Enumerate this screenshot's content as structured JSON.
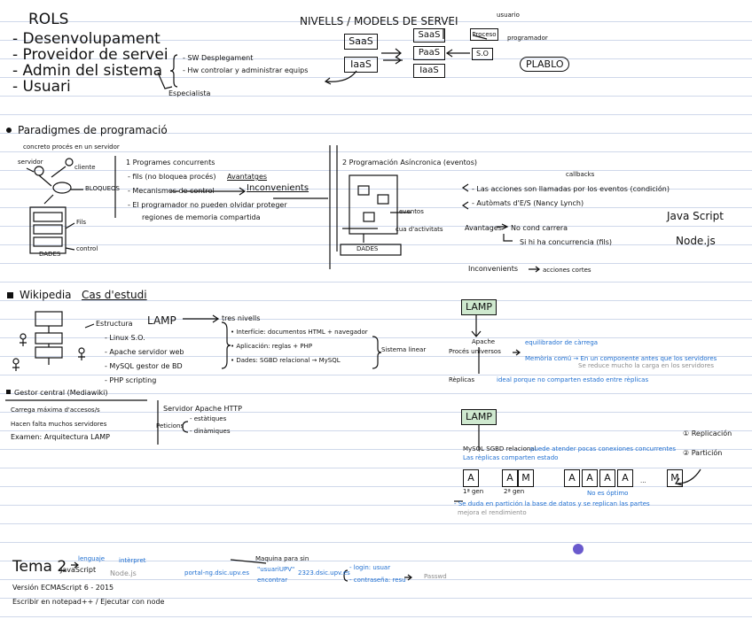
{
  "rols": {
    "title": "ROLS",
    "items": [
      "- Desenvolupament",
      "- Proveidor de servei",
      "- Admin del sistema",
      "- Usuari"
    ],
    "sw": "- SW Desplegament",
    "hw": "- Hw controlar y administrar equips",
    "especialista": "Especialista"
  },
  "nivells": {
    "title": "NIVELLS / MODELS DE SERVEI",
    "saas_left": "SaaS",
    "iaas_left": "IaaS",
    "saas": "SaaS",
    "paas": "PaaS",
    "iaas": "IaaS",
    "proceso": "Proceso",
    "programador": "programador",
    "usuari": "usuario",
    "so": "S.O",
    "pablo": "PLABLO"
  },
  "paradigmes": {
    "title": "Paradigmes de programació",
    "sub": "concreto procés en un servidor",
    "servidor": "servidor",
    "cliente": "cliente",
    "bloqueos": "BLOQUEOS",
    "fils": "Fils",
    "control": "control",
    "dades": "DADES",
    "p1": "1 Programes concurrents",
    "p1a": "- fils (no bloquea procés)",
    "ventatges": "Avantatges",
    "p1b": "- Mecanismes de control",
    "inconv": "Inconvenients",
    "p1c": "- El programador no pueden olvidar proteger",
    "p1d": "regiones de memoria compartida",
    "p2": "2 Programación Asíncronica (eventos)",
    "callbacks": "callbacks",
    "eventos": "eventos",
    "cua": "cua d'activitats",
    "dades2": "DADES",
    "acc1": "- Las acciones son llamadas por los eventos (condición)",
    "acc2": "- Autòmats d'E/S (Nancy Lynch)",
    "avantatges": "Avantages",
    "av1": "No cond carrera",
    "av2": "Si hi ha concurrencia (fils)",
    "js": "Java Script",
    "node": "Node.js",
    "inconv2": "Inconvenients",
    "accions_curtes": "acciones cortes"
  },
  "wikipedia": {
    "title": "Wikipedia",
    "cas": "Cas d'estudi",
    "estructura": "Estructura",
    "lamp": "LAMP",
    "tres": "tres nivells",
    "l1": "- Linux S.O.",
    "l2": "- Apache servidor web",
    "l3": "- MySQL gestor de BD",
    "l4": "- PHP scripting",
    "n1": "• Interfície: documentos HTML + navegador",
    "n2": "• Aplicación: reglas + PHP",
    "n3": "• Dades: SGBD relacional → MySQL",
    "sistema": "Sistema linear",
    "gestor": "Gestor central (Mediawiki)",
    "carrega": "Carrega máxima d'accesos/s",
    "hacen": "Hacen falta muchos servidores",
    "examen": "Examen: Arquitectura LAMP",
    "servidor": "Servidor Apache HTTP",
    "peticions": "Peticions",
    "estatiques": "- estàtiques",
    "dinamiques": "- dinàmiques"
  },
  "lamp_right": {
    "lamp1": "LAMP",
    "apache": "Apache",
    "procs": "Procés universos",
    "equilibrador": "equilibrador de càrrega",
    "memoria": "Memòria comú → En un componente antes que los servidores",
    "reduce": "Se reduce mucho la carga en los servidores",
    "replicas": "Rèplicas",
    "ideal": "ideal porque no comparten estado entre rèplicas",
    "lamp2": "LAMP",
    "mysql": "MySQL SGBD relacional",
    "mysql_blue": "puede atender pocas conexiones concurrentes",
    "replicas_estado": "Las rèplicas comparten estado",
    "rep": "① Replicación",
    "part": "② Partición",
    "box_a": "A",
    "box_m": "M",
    "yo1": "1ª gen",
    "yo2": "2ª gen",
    "no_optimo": "No es óptimo",
    "dots": "...",
    "duda": "- Se duda en partición la base de datos y se replican las partes",
    "mejora": "mejora el rendimiento"
  },
  "tema": {
    "title": "Tema 2",
    "js": "JavaScript",
    "node": "Node.js",
    "lenguaje": "lenguaje",
    "interprete": "intèrpret",
    "version": "Versión ECMAScript 6 - 2015",
    "escribir": "Escribir en notepad++ / Ejecutar con node",
    "portal": "portal-ng.dsic.upv.es",
    "usuari": "\"usuariUPV\"",
    "ip": "2323.dsic.upv.es",
    "maquina": "Maquina para sin",
    "encontrar": "encontrar",
    "login": "- login: usuar",
    "pwd": "- contraseña: resu",
    "password": "Passwd"
  },
  "colors": {
    "line": "#cfd8ea",
    "blue": "#1f6fd1",
    "green": "#cfe9cf",
    "gray": "#8c8c8c",
    "ink": "#111111"
  }
}
